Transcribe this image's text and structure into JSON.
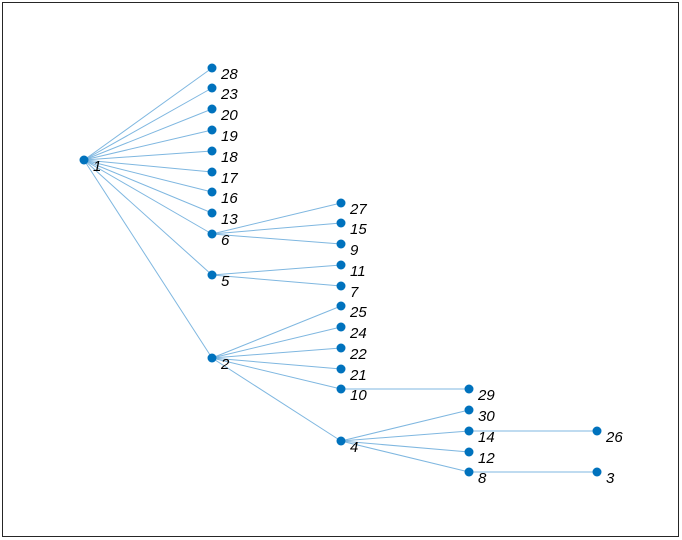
{
  "graph": {
    "node_color": "#0072BD",
    "edge_color": "#7FB7E0",
    "nodes": [
      {
        "id": "1"
      },
      {
        "id": "28"
      },
      {
        "id": "23"
      },
      {
        "id": "20"
      },
      {
        "id": "19"
      },
      {
        "id": "18"
      },
      {
        "id": "17"
      },
      {
        "id": "16"
      },
      {
        "id": "13"
      },
      {
        "id": "6"
      },
      {
        "id": "5"
      },
      {
        "id": "2"
      },
      {
        "id": "27"
      },
      {
        "id": "15"
      },
      {
        "id": "9"
      },
      {
        "id": "11"
      },
      {
        "id": "7"
      },
      {
        "id": "25"
      },
      {
        "id": "24"
      },
      {
        "id": "22"
      },
      {
        "id": "21"
      },
      {
        "id": "10"
      },
      {
        "id": "4"
      },
      {
        "id": "29"
      },
      {
        "id": "30"
      },
      {
        "id": "14"
      },
      {
        "id": "12"
      },
      {
        "id": "8"
      },
      {
        "id": "26"
      },
      {
        "id": "3"
      }
    ],
    "edges": [
      [
        "1",
        "28"
      ],
      [
        "1",
        "23"
      ],
      [
        "1",
        "20"
      ],
      [
        "1",
        "19"
      ],
      [
        "1",
        "18"
      ],
      [
        "1",
        "17"
      ],
      [
        "1",
        "16"
      ],
      [
        "1",
        "13"
      ],
      [
        "1",
        "6"
      ],
      [
        "1",
        "5"
      ],
      [
        "1",
        "2"
      ],
      [
        "6",
        "27"
      ],
      [
        "6",
        "15"
      ],
      [
        "6",
        "9"
      ],
      [
        "5",
        "11"
      ],
      [
        "5",
        "7"
      ],
      [
        "2",
        "25"
      ],
      [
        "2",
        "24"
      ],
      [
        "2",
        "22"
      ],
      [
        "2",
        "21"
      ],
      [
        "2",
        "10"
      ],
      [
        "2",
        "4"
      ],
      [
        "10",
        "29"
      ],
      [
        "4",
        "30"
      ],
      [
        "4",
        "14"
      ],
      [
        "4",
        "12"
      ],
      [
        "4",
        "8"
      ],
      [
        "14",
        "26"
      ],
      [
        "8",
        "3"
      ]
    ]
  }
}
